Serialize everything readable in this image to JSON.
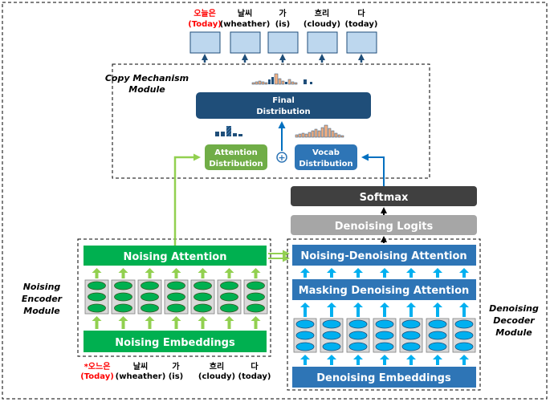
{
  "output_tokens": [
    {
      "word": "오늘은",
      "gloss": "(Today)",
      "highlight": true
    },
    {
      "word": "날씨",
      "gloss": "(wheather)",
      "highlight": false
    },
    {
      "word": "가",
      "gloss": "(is)",
      "highlight": false
    },
    {
      "word": "흐리",
      "gloss": "(cloudy)",
      "highlight": false
    },
    {
      "word": "다",
      "gloss": "(today)",
      "highlight": false
    }
  ],
  "input_tokens": [
    {
      "word": "*오느은",
      "gloss": "(Today)",
      "highlight": true
    },
    {
      "word": "날씨",
      "gloss": "(wheather)",
      "highlight": false
    },
    {
      "word": "가",
      "gloss": "(is)",
      "highlight": false
    },
    {
      "word": "흐리",
      "gloss": "(cloudy)",
      "highlight": false
    },
    {
      "word": "다",
      "gloss": "(today)",
      "highlight": false
    }
  ],
  "copy_module": {
    "title_line1": "Copy Mechanism",
    "title_line2": "Module",
    "final_line1": "Final",
    "final_line2": "Distribution",
    "attention_line1": "Attention",
    "attention_line2": "Distribution",
    "vocab_line1": "Vocab",
    "vocab_line2": "Distribution",
    "plus_symbol": "+"
  },
  "decoder_head": {
    "softmax": "Softmax",
    "logits": "Denoising Logits"
  },
  "encoder": {
    "title_line1": "Noising",
    "title_line2": "Encoder",
    "title_line3": "Module",
    "attention": "Noising Attention",
    "embeddings": "Noising Embeddings"
  },
  "decoder": {
    "title_line1": "Denoising",
    "title_line2": "Decoder",
    "title_line3": "Module",
    "nd_attention": "Noising-Denoising Attention",
    "masking_attention": "Masking Denoising Attention",
    "embeddings": "Denoising Embeddings"
  },
  "colors": {
    "navy": "#1f4e79",
    "blue": "#2e75b6",
    "green": "#00b050",
    "green_light": "#92d050",
    "arrow_blue": "#00b0f0",
    "dark_gray": "#404040",
    "gray": "#a6a6a6",
    "red": "#ff0000"
  }
}
